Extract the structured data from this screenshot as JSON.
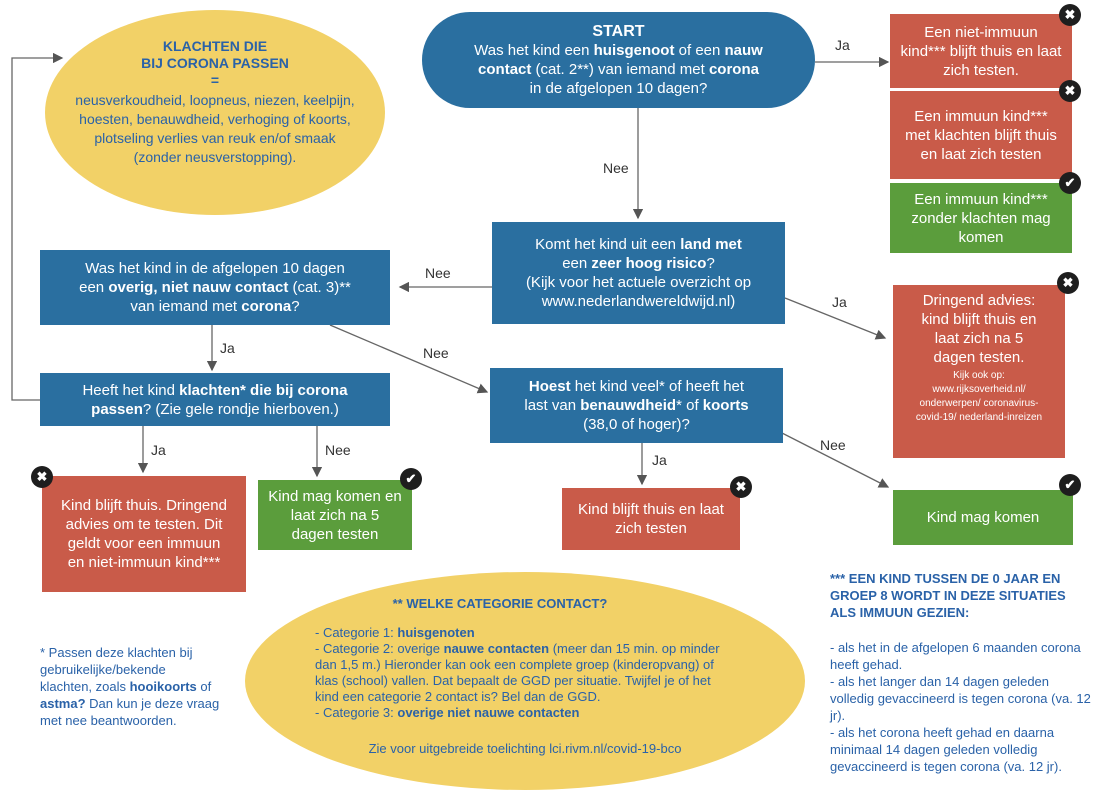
{
  "start_box": {
    "heading": "START",
    "l1a": "Was het kind een ",
    "l1b": "huisgenoot",
    "l1c": " of een ",
    "l1d": "nauw",
    "l2a": "contact",
    "l2b": " (cat. 2**) van iemand met ",
    "l2c": "corona",
    "l3": "in de afgelopen 10 dagen?"
  },
  "risk_box": {
    "l1a": "Komt het kind uit een ",
    "l1b": "land met",
    "l2a": "een ",
    "l2b": "zeer hoog risico",
    "l2c": "?",
    "l3": "(Kijk voor het actuele overzicht op",
    "l4": "www.nederlandwereldwijd.nl)"
  },
  "cat3_box": {
    "l1": "Was het kind in de afgelopen 10 dagen",
    "l2a": "een ",
    "l2b": "overig, niet nauw contact",
    "l2c": " (cat. 3)**",
    "l3a": "van iemand met ",
    "l3b": "corona",
    "l3c": "?"
  },
  "klachten_box": {
    "l1a": "Heeft het kind ",
    "l1b": "klachten* die bij corona",
    "l2a": "passen",
    "l2b": "? (Zie gele rondje hierboven.)"
  },
  "hoest_box": {
    "l1a": "Hoest",
    "l1b": " het kind veel* of heeft het",
    "l2a": "last van ",
    "l2b": "benauwdheid",
    "l2c": "* of ",
    "l2d": "koorts",
    "l3": "(38,0 of hoger)?"
  },
  "outcomes": {
    "niet_immuun": "Een niet-immuun kind*** blijft thuis en laat zich testen.",
    "immuun_klachten": "Een immuun kind*** met klachten blijft thuis en laat zich testen",
    "immuun_zonder": "Een immuun kind*** zonder klachten mag komen",
    "dringend_l1": "Dringend advies:",
    "dringend_l2": "kind blijft thuis en",
    "dringend_l3": "laat zich na 5",
    "dringend_l4": "dagen testen.",
    "dringend_small": "Kijk ook op: www.rijksoverheid.nl/ onderwerpen/ coronavirus-covid-19/ nederland-inreizen",
    "thuis_testen_advies": "Kind blijft thuis. Dringend advies om te testen. Dit geldt voor een immuun en niet-immuun kind***",
    "mag_komen_test": "Kind mag komen en laat zich na 5 dagen testen",
    "thuis_testen": "Kind blijft thuis en laat zich testen",
    "mag_komen": "Kind mag komen"
  },
  "labels": {
    "ja": "Ja",
    "nee": "Nee"
  },
  "klachten_oval": {
    "t1": "KLACHTEN DIE",
    "t2": "BIJ CORONA PASSEN",
    "t3": "=",
    "body": "neusverkoudheid, loopneus, niezen, keelpijn, hoesten, benauwdheid, verhoging of koorts, plotseling verlies van reuk en/of smaak (zonder neusverstopping)."
  },
  "categorie_oval": {
    "title": "** WELKE CATEGORIE CONTACT?",
    "c1a": "- Categorie 1: ",
    "c1b": "huisgenoten",
    "c2a": "- Categorie 2: overige ",
    "c2b": "nauwe contacten",
    "c2c": " (meer dan 15 min. op minder dan 1,5 m.) Hieronder kan ook een complete groep (kinderopvang) of klas (school) vallen. Dat bepaalt de GGD per situatie. Twijfel je of het kind een categorie 2 contact is? Bel dan de GGD.",
    "c3a": "- Categorie 3: ",
    "c3b": "overige niet nauwe contacten",
    "footer": "Zie voor uitgebreide toelichting lci.rivm.nl/covid-19-bco"
  },
  "footnote_left": {
    "a": "* Passen deze klachten bij gebruikelijke/bekende klachten, zoals ",
    "b": "hooikoorts",
    "c": " of ",
    "d": "astma?",
    "e": " Dan kun je deze vraag met nee beantwoorden."
  },
  "footnote_right": {
    "title": "*** EEN KIND TUSSEN DE 0 JAAR EN GROEP 8 WORDT IN DEZE SITUATIES ALS IMMUUN GEZIEN:",
    "p1": "- als het in de afgelopen 6 maanden corona heeft gehad.",
    "p2": "- als het langer dan 14 dagen geleden volledig gevaccineerd is tegen corona (va. 12 jr).",
    "p3": "- als het corona heeft gehad en daarna minimaal 14 dagen geleden volledig gevaccineerd is tegen corona (va. 12 jr)."
  },
  "icons": {
    "cross": "✖",
    "check": "✔"
  },
  "colors": {
    "blue": "#2a6fa0",
    "red": "#c95b49",
    "green": "#5b9d3c",
    "yellow": "#f2d167",
    "text_blue": "#1f3e7a"
  }
}
